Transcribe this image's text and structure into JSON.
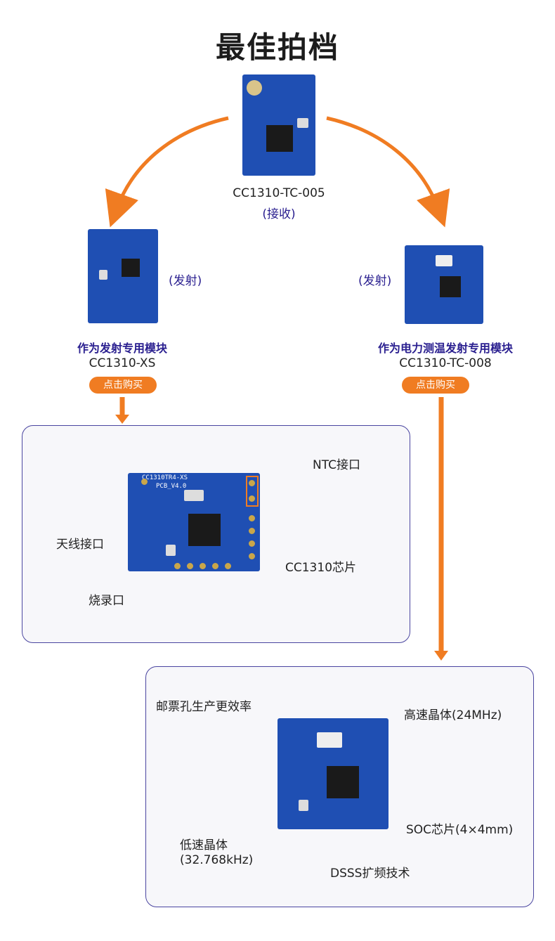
{
  "title": "最佳拍档",
  "top_module": {
    "name": "CC1310-TC-005",
    "role": "(接收)"
  },
  "left_module": {
    "role": "(发射)",
    "desc": "作为发射专用模块",
    "name": "CC1310-XS",
    "button": "点击购买"
  },
  "right_module": {
    "role": "(发射)",
    "desc": "作为电力测温发射专用模块",
    "name": "CC1310-TC-008",
    "button": "点击购买"
  },
  "panel1": {
    "board_silk1": "CC1310TR4-XS",
    "board_silk2": "PCB_V4.0",
    "labels": {
      "ntc": "NTC接口",
      "antenna": "天线接口",
      "chip": "CC1310芯片",
      "burn": "烧录口"
    }
  },
  "panel2": {
    "labels": {
      "stamp": "邮票孔生产更效率",
      "hs_crystal": "高速晶体(24MHz)",
      "soc": "SOC芯片(4×4mm)",
      "ls_crystal_1": "低速晶体",
      "ls_crystal_2": "(32.768kHz)",
      "dsss": "DSSS扩频技术"
    }
  },
  "colors": {
    "accent": "#f07c22",
    "brand": "#2b2090",
    "pcb": "#1f4fb3",
    "panel_border": "#4a45a0"
  }
}
